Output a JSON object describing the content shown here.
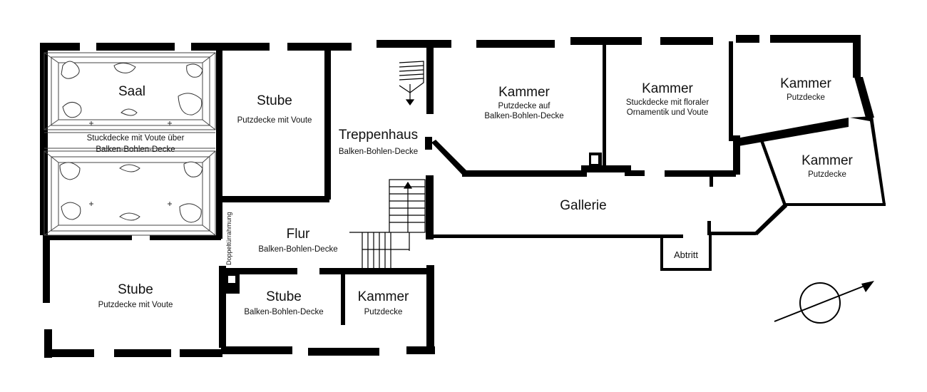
{
  "rooms": {
    "saal": {
      "name": "Saal"
    },
    "saal_note": {
      "line1": "Stuckdecke mit Voute über",
      "line2": "Balken-Bohlen-Decke"
    },
    "stube_top": {
      "name": "Stube",
      "ceiling": "Putzdecke mit Voute"
    },
    "treppenhaus": {
      "name": "Treppenhaus",
      "ceiling": "Balken-Bohlen-Decke"
    },
    "kammer_1": {
      "name": "Kammer",
      "line1": "Putzdecke auf",
      "line2": "Balken-Bohlen-Decke"
    },
    "kammer_2": {
      "name": "Kammer",
      "line1": "Stuckdecke mit floraler",
      "line2": "Ornamentik und Voute"
    },
    "kammer_3": {
      "name": "Kammer",
      "ceiling": "Putzdecke"
    },
    "kammer_4": {
      "name": "Kammer",
      "ceiling": "Putzdecke"
    },
    "gallerie": {
      "name": "Gallerie"
    },
    "flur": {
      "name": "Flur",
      "ceiling": "Balken-Bohlen-Decke"
    },
    "doppeltuer": {
      "label": "Doppeltürrahmung"
    },
    "stube_bottom_left": {
      "name": "Stube",
      "ceiling": "Putzdecke mit Voute"
    },
    "stube_bottom_mid": {
      "name": "Stube",
      "ceiling": "Balken-Bohlen-Decke"
    },
    "kammer_bottom": {
      "name": "Kammer",
      "ceiling": "Putzdecke"
    },
    "abtritt": {
      "name": "Abtritt"
    }
  },
  "compass": {
    "icon": "north-arrow-icon"
  },
  "colors": {
    "wall": "#000000",
    "background": "#ffffff",
    "ornament": "#555555"
  }
}
